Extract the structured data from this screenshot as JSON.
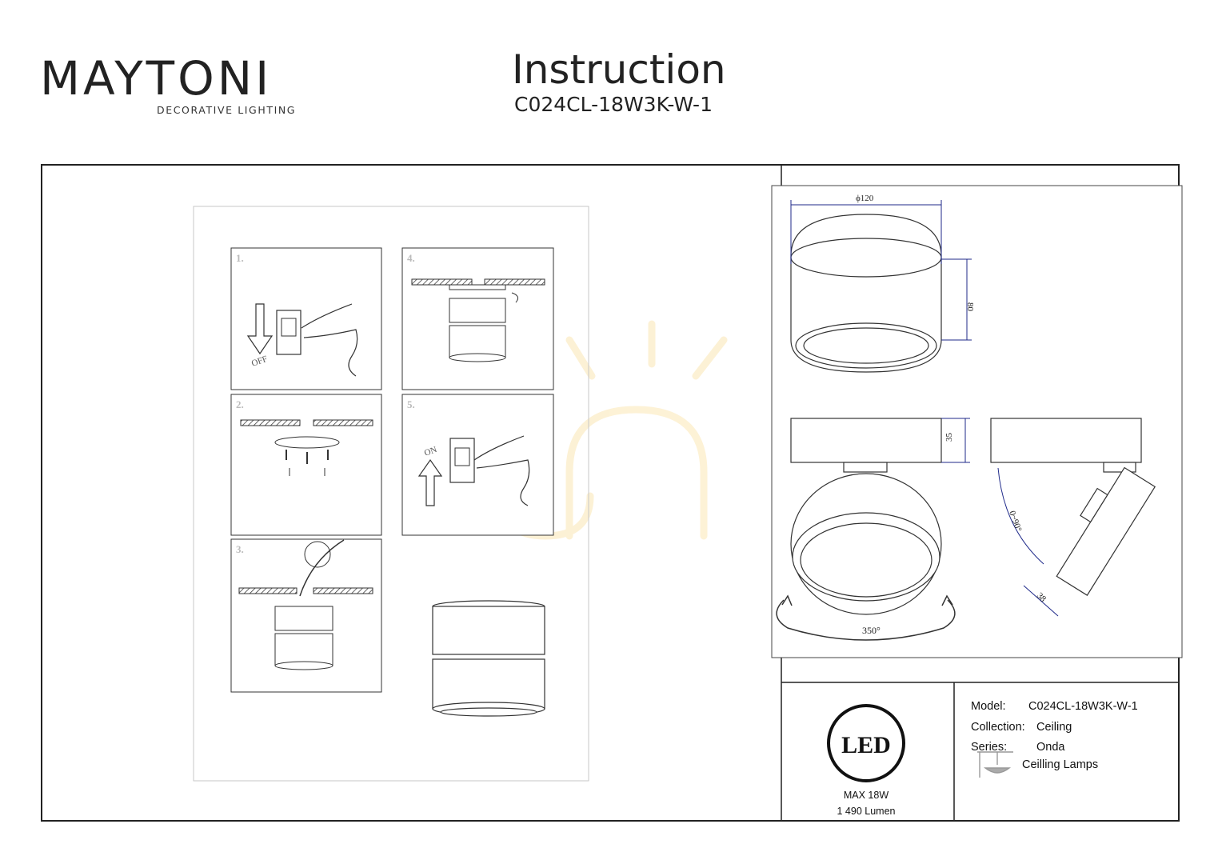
{
  "brand": {
    "name": "MAYTONI",
    "tagline": "DECORATIVE LIGHTING"
  },
  "header": {
    "title": "Instruction",
    "model_code": "C024CL-18W3K-W-1"
  },
  "steps": [
    {
      "number": "1.",
      "switch_label": "OFF"
    },
    {
      "number": "2."
    },
    {
      "number": "3."
    },
    {
      "number": "4."
    },
    {
      "number": "5.",
      "switch_label": "ON"
    }
  ],
  "drawing": {
    "diameter": "ϕ120",
    "height": "80",
    "base_height": "35",
    "rotation": "350°",
    "tilt": "0~90°",
    "head_width": "38"
  },
  "led": {
    "badge": "LED",
    "max_power": "MAX 18W",
    "lumen": "1 490 Lumen"
  },
  "info": {
    "model_label": "Model:",
    "model_value": "C024CL-18W3K-W-1",
    "collection_label": "Collection:",
    "collection_value": "Ceiling",
    "series_label": "Series:",
    "series_value": "Onda",
    "category_value": "Ceilling Lamps"
  }
}
